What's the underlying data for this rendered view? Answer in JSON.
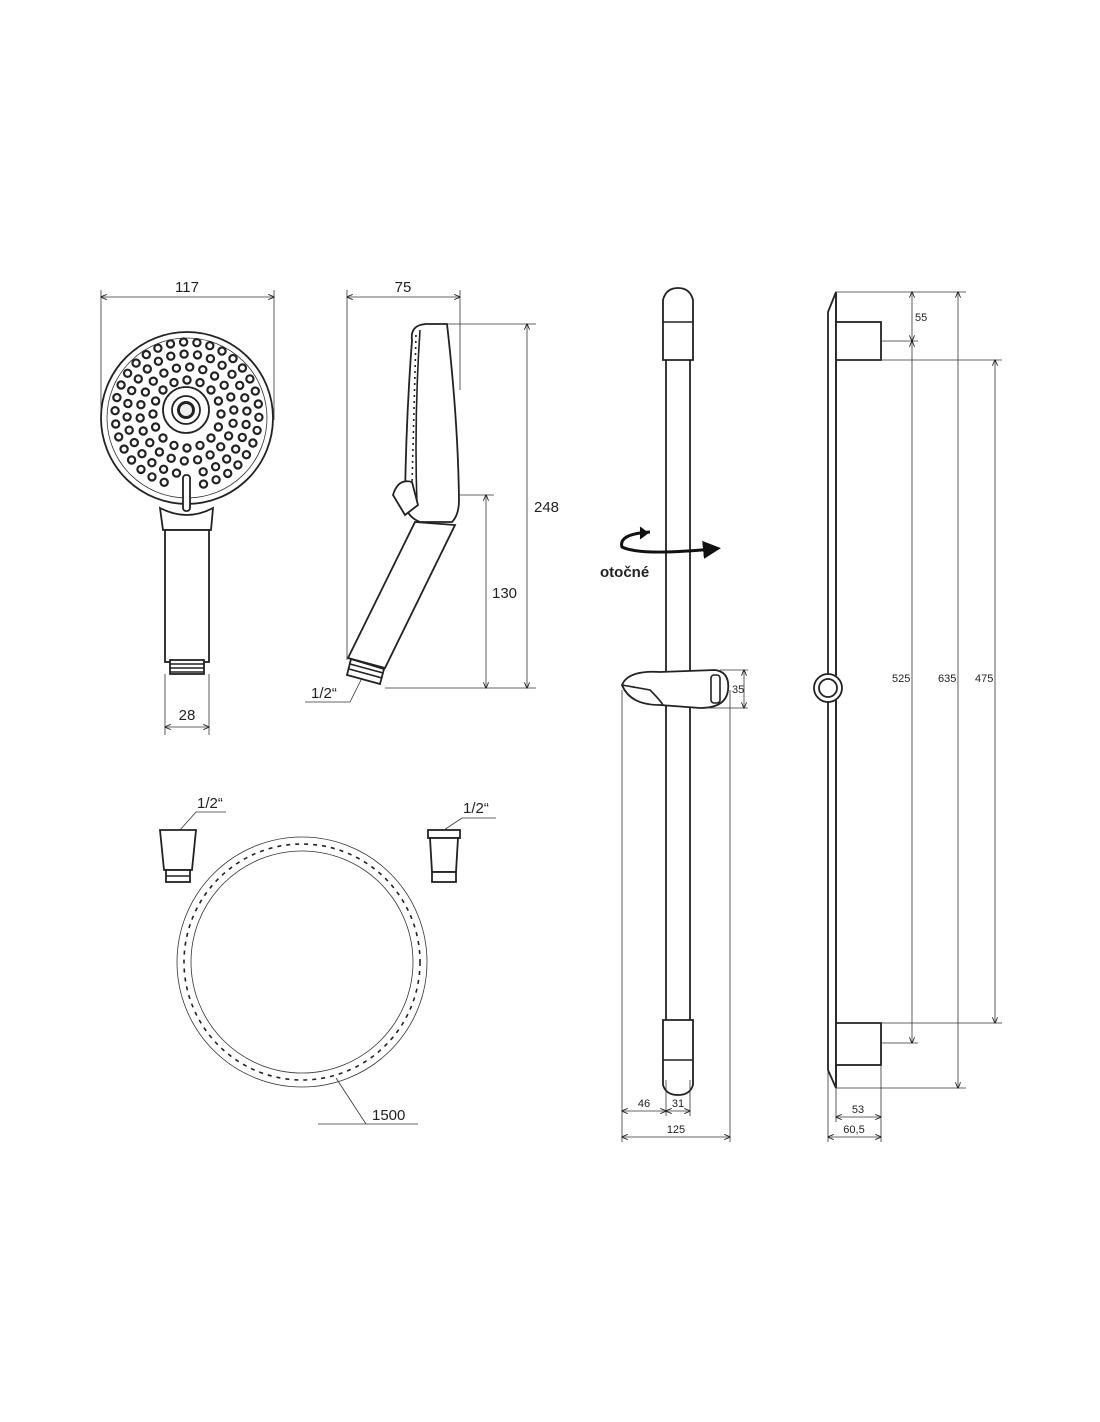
{
  "handshower_front": {
    "width_label": "117",
    "connector_label": "28"
  },
  "handshower_side": {
    "depth_label": "75",
    "height_label": "248",
    "handle_label": "130",
    "thread_label": "1/2“"
  },
  "hose": {
    "left_thread_label": "1/2“",
    "right_thread_label": "1/2“",
    "length_label": "1500"
  },
  "slide_bar_front": {
    "rotation_label": "otočné",
    "holder_height_label": "35",
    "left_offset_label": "46",
    "holder_offset_label": "31",
    "total_width_label": "125"
  },
  "slide_bar_side": {
    "top_offset_label": "55",
    "axis_distance_label": "525",
    "total_length_label": "635",
    "inner_length_label": "475",
    "depth_label": "53",
    "total_depth_label": "60,5"
  },
  "colors": {
    "line": "#222222",
    "background": "#ffffff"
  }
}
